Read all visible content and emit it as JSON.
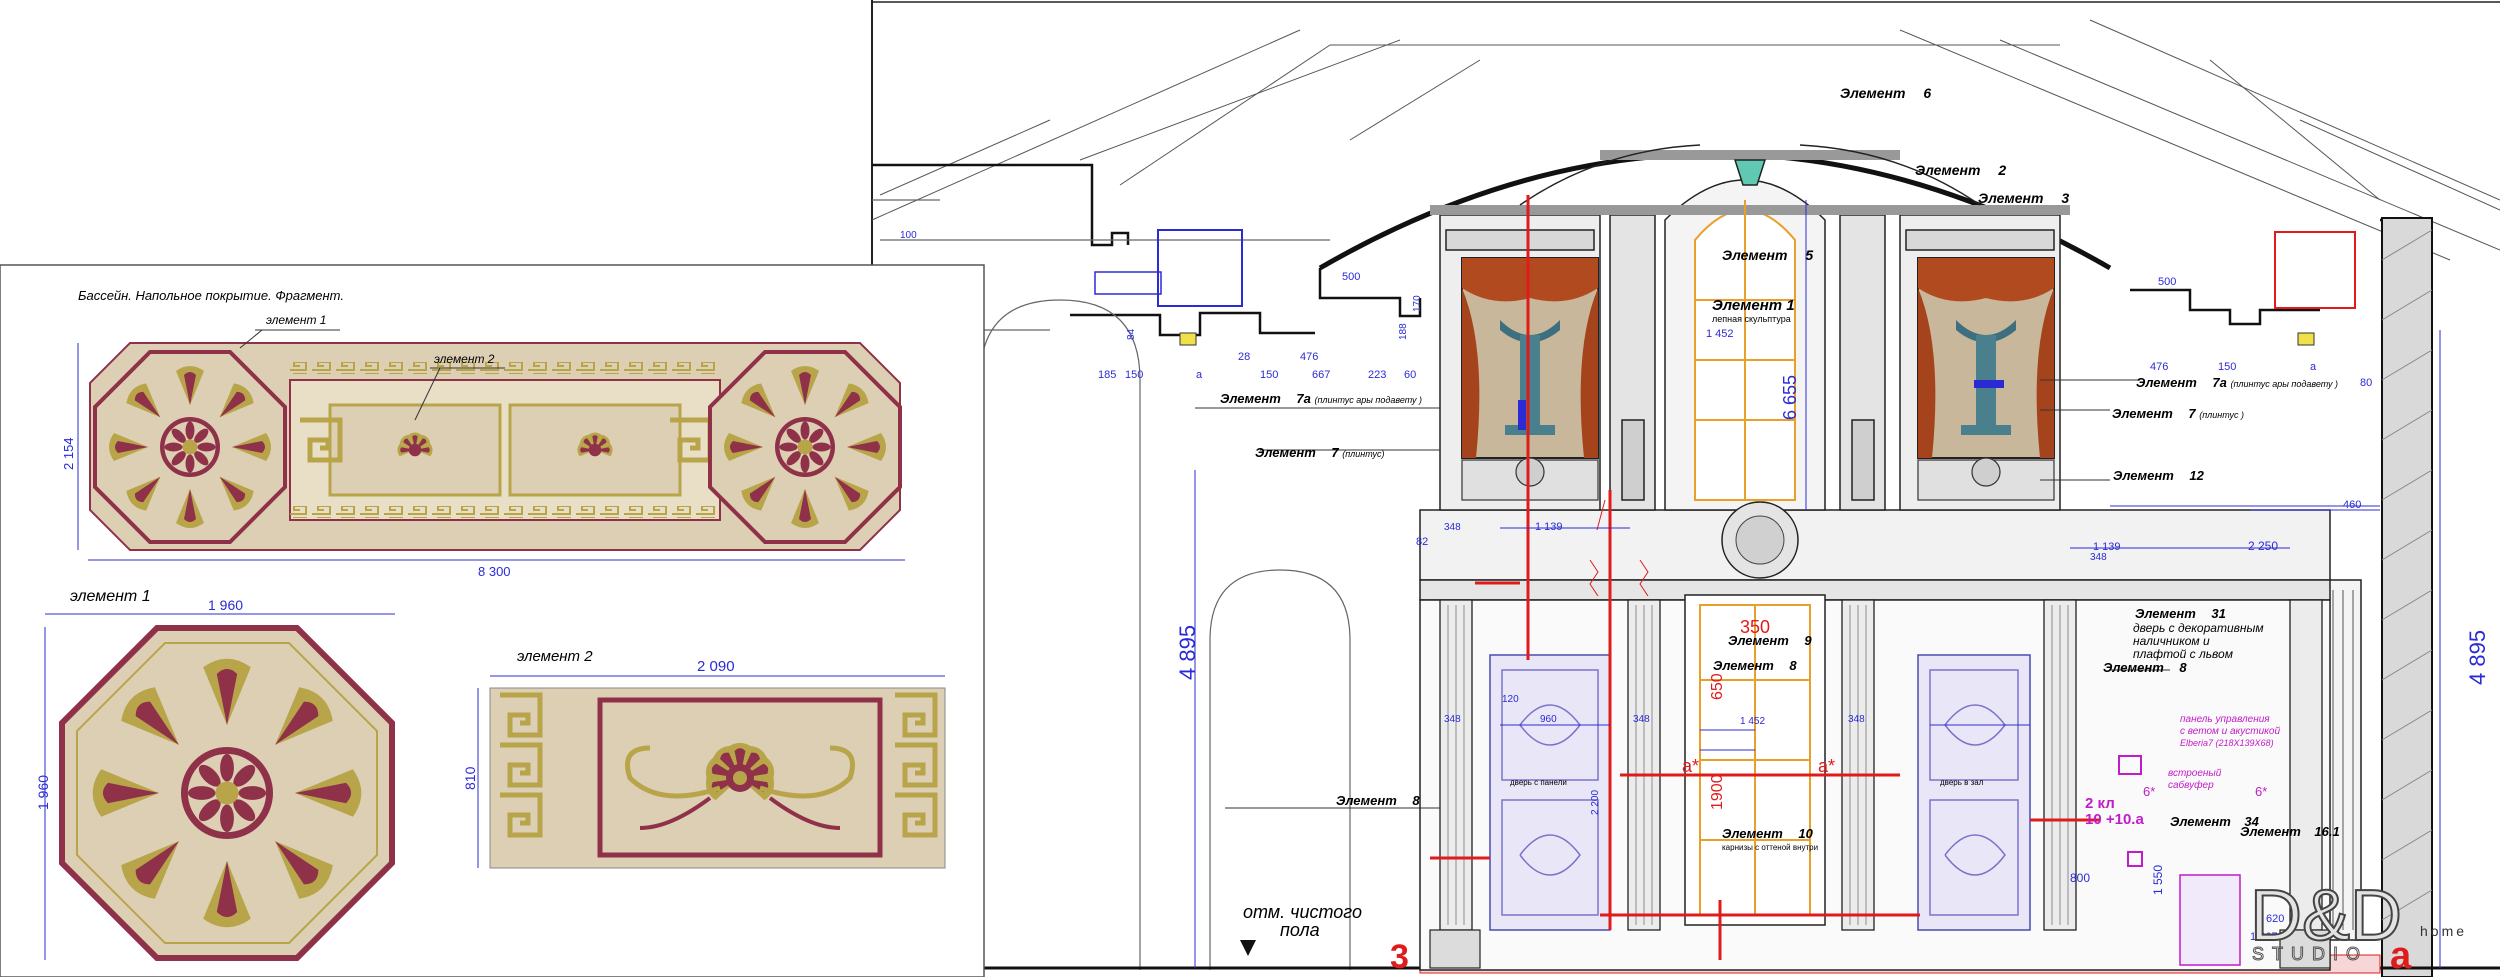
{
  "left_sheet": {
    "title": "Бассейн. Напольное покрытие. Фрагмент.",
    "labels": {
      "el1_top": "элемент 1",
      "el2_top": "элемент 2",
      "el1_detail": "элемент 1",
      "el2_detail": "элемент 2"
    },
    "dims": {
      "total_length": "8 300",
      "height": "2 154",
      "el1_w": "1 960",
      "el1_h": "1 960",
      "el2_w": "2 090",
      "el2_h": "810"
    }
  },
  "elevation": {
    "left_height": "4 895",
    "right_height": "4 895",
    "center_height": "6 655",
    "floor_label_1": "отм. чистого",
    "floor_label_2": "пола",
    "left_grid_mark": "3",
    "right_grid_mark": "а",
    "top_dims_left": [
      "500",
      "185",
      "150",
      "28",
      "150",
      "667",
      "476",
      "223",
      "60",
      "188",
      "170",
      "84",
      "а"
    ],
    "top_dims_right": [
      "500",
      "476",
      "150",
      "80",
      "а",
      "460",
      "2 250",
      "1 139",
      "348"
    ],
    "misc_dims": [
      "1 139",
      "348",
      "82",
      "1 452",
      "120",
      "960",
      "2 200",
      "100",
      "800",
      "1 550",
      "620",
      "1 667",
      "1 452",
      "348",
      "348",
      "348"
    ],
    "red_dims": {
      "d350": "350",
      "d650": "650",
      "d1900": "1900",
      "a1": "а*",
      "a2": "а*",
      "kl": "2 кл",
      "kl_sub": "10 +10.а"
    },
    "elements": [
      {
        "name": "Элемент",
        "num": "6",
        "note": ""
      },
      {
        "name": "Элемент",
        "num": "2",
        "note": ""
      },
      {
        "name": "Элемент",
        "num": "3",
        "note": ""
      },
      {
        "name": "Элемент",
        "num": "5",
        "note": ""
      },
      {
        "name": "Элемент 1",
        "num": "",
        "note": "лепная скульптура"
      },
      {
        "name": "Элемент",
        "num": "7а",
        "note": "(плинтус  ары  подавету )"
      },
      {
        "name": "Элемент",
        "num": "7",
        "note": "(плинтус)"
      },
      {
        "name": "Элемент",
        "num": "7а",
        "note": "(плинтус  ары  подавету )"
      },
      {
        "name": "Элемент",
        "num": "7",
        "note": "(плинтус )"
      },
      {
        "name": "Элемент",
        "num": "12",
        "note": ""
      },
      {
        "name": "Элемент",
        "num": "31",
        "note": ""
      },
      {
        "name": "Элемент",
        "num": "8",
        "note": ""
      },
      {
        "name": "Элемент",
        "num": "9",
        "note": ""
      },
      {
        "name": "Элемент",
        "num": "8",
        "note": ""
      },
      {
        "name": "Элемент",
        "num": "8",
        "note": ""
      },
      {
        "name": "Элемент",
        "num": "10",
        "note": ""
      },
      {
        "name": "Элемент",
        "num": "34",
        "note": ""
      },
      {
        "name": "Элемент",
        "num": "16.1",
        "note": ""
      }
    ],
    "door_note": [
      "дверь  с декоративным",
      "наличником  и",
      "плафтой  с  львом"
    ],
    "magenta_note": [
      "панель  управления",
      "с ветом  и акустикой",
      "Elberia7 (218Х139Х68)"
    ],
    "magenta_note2": [
      "встроеный",
      "сабвуфер"
    ],
    "six_marks": [
      "6*",
      "6*"
    ],
    "doors_small": [
      "дверь  с панели",
      "дверь  в зал",
      "карнизы  с оттеной  внутри"
    ]
  },
  "brand": {
    "logo": "D&D",
    "sub": "STUDIO",
    "home": "home"
  },
  "colors": {
    "blue": "#2b2bd6",
    "red": "#e01b1b",
    "magenta": "#c21bc9",
    "maroon": "#8f3149",
    "olive": "#b8a54a",
    "beige": "#ddcfb4"
  }
}
